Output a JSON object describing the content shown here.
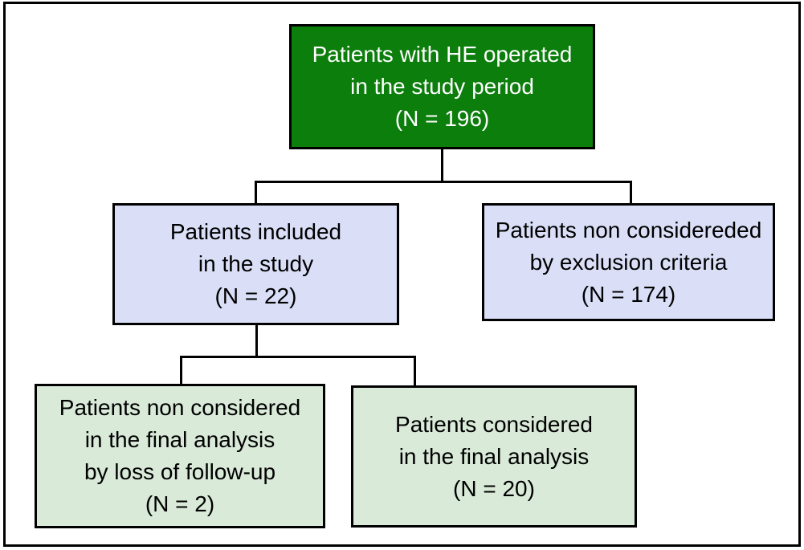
{
  "flowchart": {
    "description": "Patient flow diagram",
    "nodes": [
      {
        "id": "operated",
        "lines": [
          "Patients with HE operated",
          "in the study period",
          "(N = 196)"
        ],
        "n": 196
      },
      {
        "id": "included",
        "lines": [
          "Patients included",
          "in the study",
          "(N = 22)"
        ],
        "n": 22
      },
      {
        "id": "excluded",
        "lines": [
          "Patients non considereded",
          "by exclusion criteria",
          "(N = 174)"
        ],
        "n": 174
      },
      {
        "id": "lost-followup",
        "lines": [
          "Patients non considered",
          "in the final analysis",
          "by loss of follow-up",
          "(N = 2)"
        ],
        "n": 2
      },
      {
        "id": "final-analysis",
        "lines": [
          "Patients considered",
          "in the final analysis",
          "(N = 20)"
        ],
        "n": 20
      }
    ],
    "edges": [
      {
        "from": "operated",
        "to": "included"
      },
      {
        "from": "operated",
        "to": "excluded"
      },
      {
        "from": "included",
        "to": "lost-followup"
      },
      {
        "from": "included",
        "to": "final-analysis"
      }
    ],
    "colors": {
      "root_fill": "#0c7e0c",
      "root_text": "#ffffff",
      "secondary_fill": "#dadff7",
      "tertiary_fill": "#d9ead9",
      "node_border": "#000000",
      "connector": "#000000",
      "background": "#ffffff"
    }
  }
}
